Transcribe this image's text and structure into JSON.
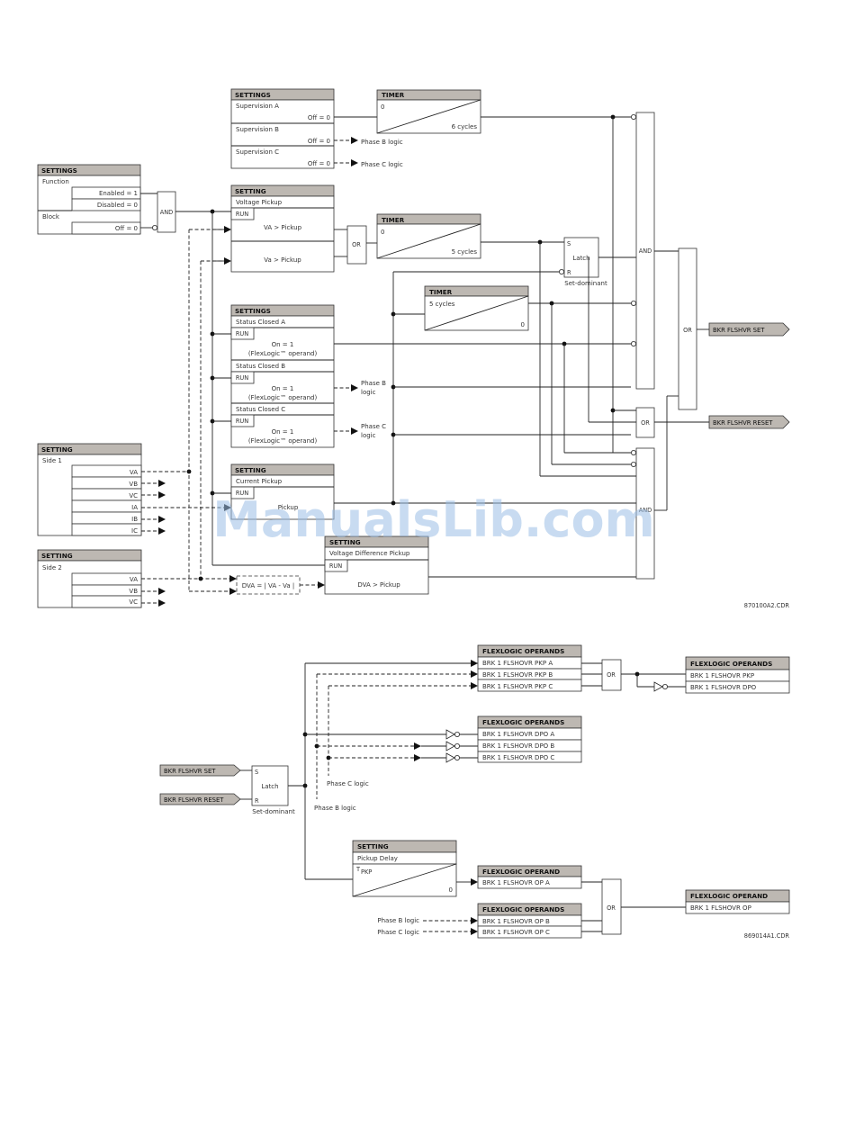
{
  "top_diagram": {
    "settings_supervision": {
      "header": "SETTINGS",
      "rows": [
        "Supervision A",
        "Supervision B",
        "Supervision C"
      ],
      "values": [
        "Off = 0",
        "Off = 0",
        "Off = 0"
      ],
      "phase_b_note": "Phase B logic",
      "phase_c_note": "Phase C logic"
    },
    "timer_6": {
      "header": "TIMER",
      "start": "0",
      "end": "6 cycles"
    },
    "settings_function": {
      "header": "SETTINGS",
      "function_label": "Function",
      "enabled": "Enabled = 1",
      "disabled": "Disabled = 0",
      "block_label": "Block",
      "block_value": "Off = 0",
      "and_label": "AND"
    },
    "voltage_pickup": {
      "header": "SETTING",
      "title": "Voltage Pickup",
      "run": "RUN",
      "line1": "VA > Pickup",
      "line2": "Va > Pickup",
      "or_label": "OR"
    },
    "timer_5": {
      "header": "TIMER",
      "start": "0",
      "end": "5 cycles"
    },
    "latch_top": {
      "s": "S",
      "r": "R",
      "label": "Latch",
      "caption": "Set-dominant"
    },
    "timer_5b": {
      "header": "TIMER",
      "start": "5 cycles",
      "end": "0"
    },
    "status_closed": {
      "header": "SETTINGS",
      "a_title": "Status Closed A",
      "b_title": "Status Closed B",
      "c_title": "Status Closed C",
      "run": "RUN",
      "on": "On = 1",
      "operand": "(FlexLogic™ operand)",
      "phase_b_note_1": "Phase B",
      "phase_b_note_2": "logic",
      "phase_c_note_1": "Phase C",
      "phase_c_note_2": "logic"
    },
    "current_pickup": {
      "header": "SETTING",
      "title": "Current Pickup",
      "run": "RUN",
      "line": "Pickup"
    },
    "side1": {
      "header": "SETTING",
      "title": "Side 1",
      "signals": [
        "VA",
        "VB",
        "VC",
        "IA",
        "IB",
        "IC"
      ]
    },
    "side2": {
      "header": "SETTING",
      "title": "Side 2",
      "signals": [
        "VA",
        "VB",
        "VC"
      ]
    },
    "dva": {
      "formula": "DVA = | VA - Va |"
    },
    "vdiff": {
      "header": "SETTING",
      "title": "Voltage Difference Pickup",
      "run": "RUN",
      "line": "DVA > Pickup"
    },
    "and_big": "AND",
    "and_lower": "AND",
    "or_set": "OR",
    "or_reset": "OR",
    "out_set": "BKR FLSHVR SET",
    "out_reset": "BKR FLSHVR RESET",
    "ref": "870100A2.CDR"
  },
  "bottom_diagram": {
    "in_set": "BKR FLSHVR SET",
    "in_reset": "BKR FLSHVR RESET",
    "latch": {
      "s": "S",
      "r": "R",
      "label": "Latch",
      "caption": "Set-dominant"
    },
    "pkp_ops": {
      "header": "FLEXLOGIC OPERANDS",
      "rows": [
        "BRK 1 FLSHOVR PKP A",
        "BRK 1 FLSHOVR PKP B",
        "BRK 1 FLSHOVR PKP C"
      ]
    },
    "or_pkp": "OR",
    "pkp_out": {
      "header": "FLEXLOGIC OPERANDS",
      "rows": [
        "BRK 1 FLSHOVR PKP",
        "BRK 1 FLSHOVR DPO"
      ]
    },
    "dpo_ops": {
      "header": "FLEXLOGIC OPERANDS",
      "rows": [
        "BRK 1 FLSHOVR DPO A",
        "BRK 1 FLSHOVR DPO B",
        "BRK 1 FLSHOVR DPO C"
      ]
    },
    "phase_c_logic": "Phase C logic",
    "phase_b_logic": "Phase B logic",
    "pickup_delay": {
      "header": "SETTING",
      "title": "Pickup Delay",
      "t": "T",
      "pkp": "PKP",
      "end": "0"
    },
    "op_a": {
      "header": "FLEXLOGIC OPERAND",
      "row": "BRK 1 FLSHOVR OP A"
    },
    "op_bc": {
      "header": "FLEXLOGIC OPERANDS",
      "rows": [
        "BRK 1 FLSHOVR OP B",
        "BRK 1 FLSHOVR OP C"
      ]
    },
    "phase_b_in": "Phase B logic",
    "phase_c_in": "Phase C logic",
    "or_op": "OR",
    "op_out": {
      "header": "FLEXLOGIC OPERAND",
      "row": "BRK 1 FLSHOVR OP"
    },
    "ref": "869014A1.CDR"
  },
  "watermark": "ManualsLib.com"
}
